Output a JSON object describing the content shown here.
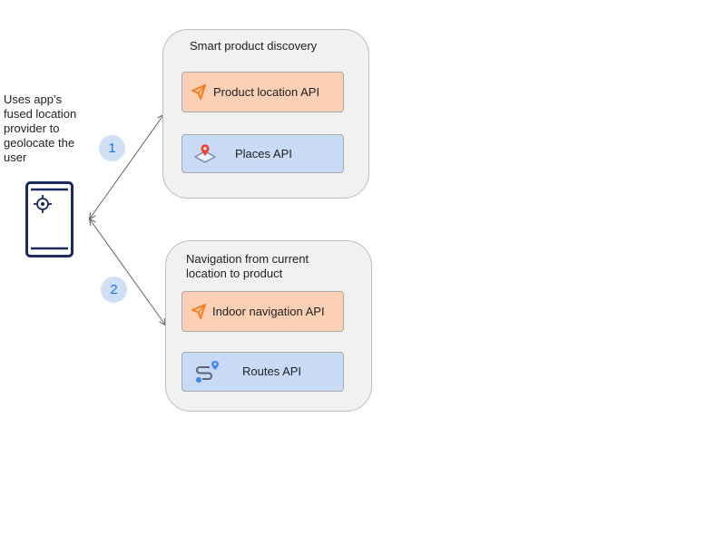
{
  "caption": "Uses app’s fused location provider to geolocate the user",
  "steps": [
    "1",
    "2"
  ],
  "groups": [
    {
      "title": "Smart product discovery",
      "apis": [
        {
          "label": "Product location API",
          "icon": "navigation-arrow-icon",
          "color": "#fcd0b4"
        },
        {
          "label": "Places API",
          "icon": "map-pin-icon",
          "color": "#c9daf7"
        }
      ]
    },
    {
      "title": "Navigation from current location to product",
      "apis": [
        {
          "label": "Indoor navigation API",
          "icon": "navigation-arrow-icon",
          "color": "#fcd0b4"
        },
        {
          "label": "Routes API",
          "icon": "route-icon",
          "color": "#c9daf7"
        }
      ]
    }
  ],
  "colors": {
    "accent_orange": "#f57c1f",
    "accent_blue": "#4285f4",
    "place_red": "#ea4335",
    "phone_navy": "#1a2b5e"
  }
}
